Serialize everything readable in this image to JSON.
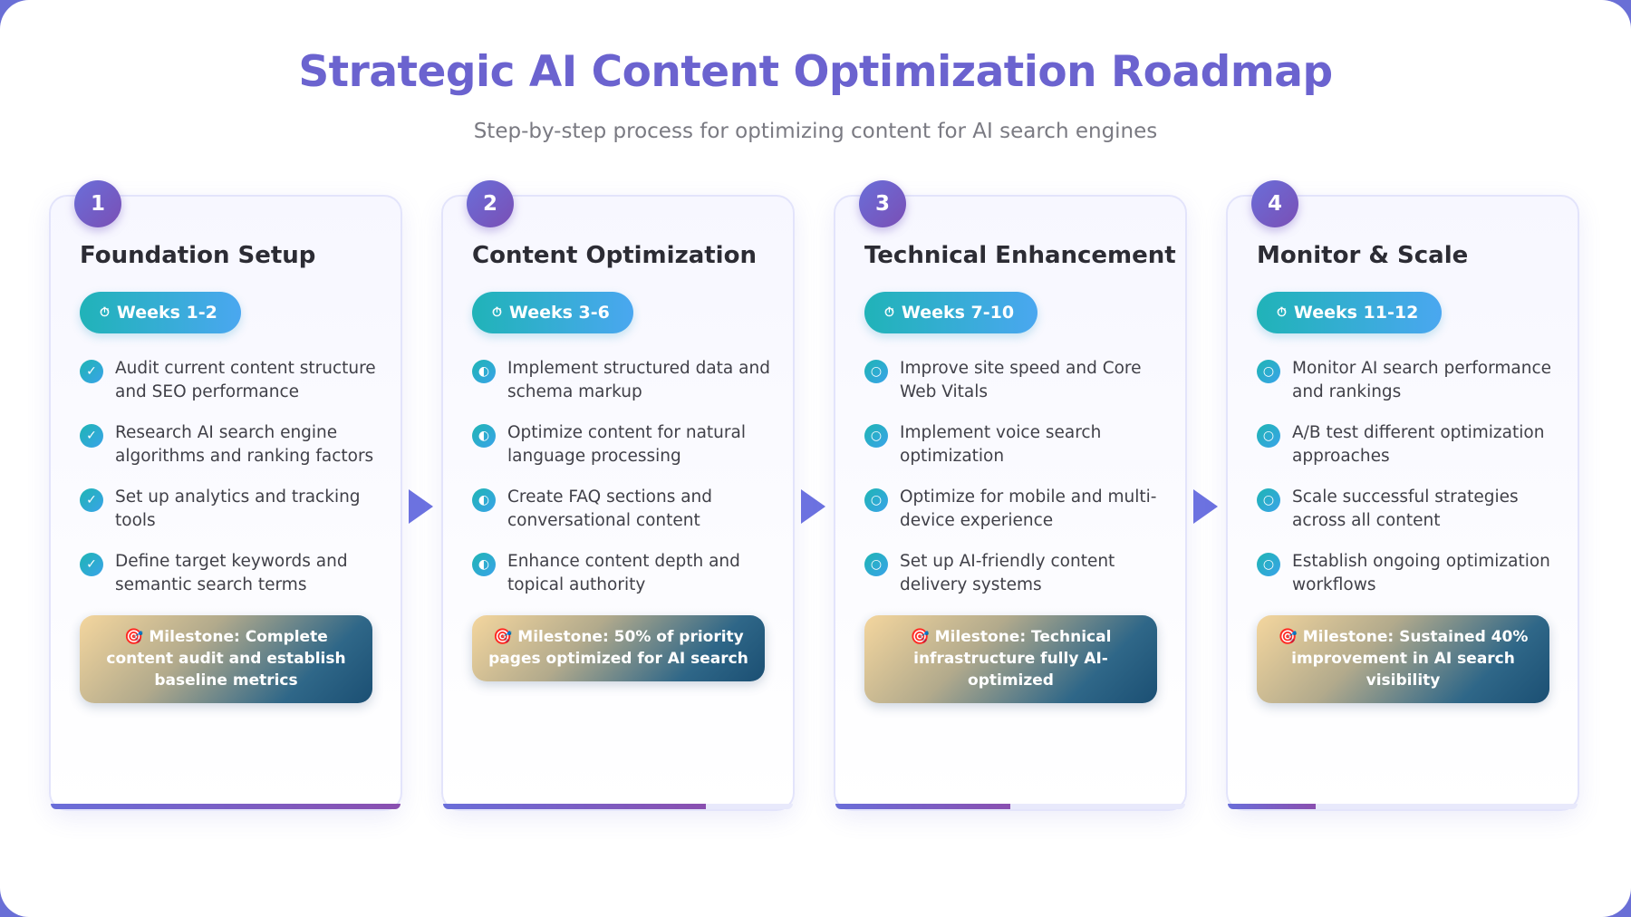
{
  "header": {
    "title": "Strategic AI Content Optimization Roadmap",
    "subtitle": "Step-by-step process for optimizing content for AI search engines"
  },
  "colors": {
    "accent": "#6b63cf",
    "teal": "#20b3b8",
    "blue": "#4aa7f0"
  },
  "phases": [
    {
      "number": "1",
      "title": "Foundation Setup",
      "timeline": "Weeks 1-2",
      "timeline_icon": "⏱",
      "task_icon": "✓",
      "tasks": [
        "Audit current content structure and SEO performance",
        "Research AI search engine algorithms and ranking factors",
        "Set up analytics and tracking tools",
        "Define target keywords and semantic search terms"
      ],
      "milestone": "🎯 Milestone: Complete content audit and establish baseline metrics",
      "progress": 1.0
    },
    {
      "number": "2",
      "title": "Content Optimization",
      "timeline": "Weeks 3-6",
      "timeline_icon": "⏱",
      "task_icon": "◐",
      "tasks": [
        "Implement structured data and schema markup",
        "Optimize content for natural language processing",
        "Create FAQ sections and conversational content",
        "Enhance content depth and topical authority"
      ],
      "milestone": "🎯 Milestone: 50% of priority pages optimized for AI search",
      "progress": 0.75
    },
    {
      "number": "3",
      "title": "Technical Enhancement",
      "timeline": "Weeks 7-10",
      "timeline_icon": "⏱",
      "task_icon": "○",
      "tasks": [
        "Improve site speed and Core Web Vitals",
        "Implement voice search optimization",
        "Optimize for mobile and multi-device experience",
        "Set up AI-friendly content delivery systems"
      ],
      "milestone": "🎯 Milestone: Technical infrastructure fully AI-optimized",
      "progress": 0.5
    },
    {
      "number": "4",
      "title": "Monitor & Scale",
      "timeline": "Weeks 11-12",
      "timeline_icon": "⏱",
      "task_icon": "○",
      "tasks": [
        "Monitor AI search performance and rankings",
        "A/B test different optimization approaches",
        "Scale successful strategies across all content",
        "Establish ongoing optimization workflows"
      ],
      "milestone": "🎯 Milestone: Sustained 40% improvement in AI search visibility",
      "progress": 0.25
    }
  ]
}
